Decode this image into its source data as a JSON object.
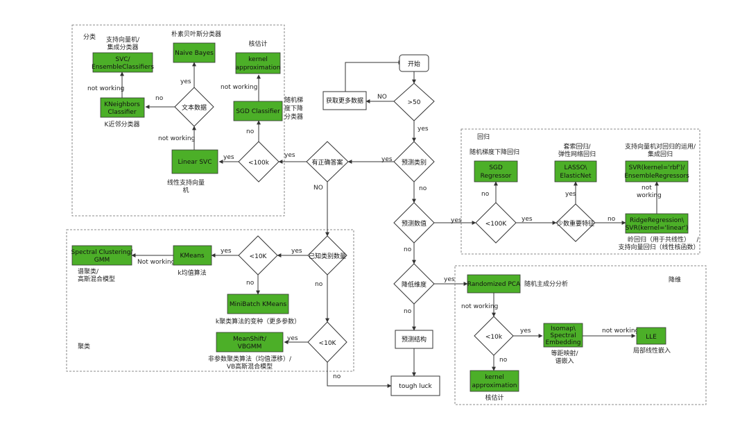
{
  "groups": {
    "classification": "分类",
    "regression": "回归",
    "clustering": "聚类",
    "dim_reduction": "降维"
  },
  "nodes": {
    "start": "开始",
    "gt50": ">50",
    "get_more_data": "获取更多数据",
    "predict_category": "预测类别",
    "has_labels": "有正确答案",
    "lt100k_cls": "<100k",
    "linear_svc": "Linear SVC",
    "text_data": "文本数据",
    "naive_bayes": "Naive Bayes",
    "kneighbors": [
      "KNeighbors",
      "Classifier"
    ],
    "svc_ensemble": [
      "SVC/",
      "EnsembleClassifiers"
    ],
    "sgd_classifier": "SGD Classifier",
    "kernel_approx_cls": [
      "kernel",
      "approximation"
    ],
    "predict_quantity": "预测数值",
    "lt100k_reg": "<100K",
    "sgd_regressor": [
      "SGD",
      "Regressor"
    ],
    "few_features": "少数重要特征",
    "lasso": [
      "LASSO\\",
      "ElasticNet"
    ],
    "ridge": [
      "RidgeRegression\\",
      "SVR(kernel='linear')"
    ],
    "svr_rbf": [
      "SVR(kernel='rbf')/",
      "EnsembleRegressors"
    ],
    "known_clusters": "已知类别数量",
    "lt10k_a": "<10K",
    "kmeans": "KMeans",
    "spectral_gmm": [
      "Spectral Clustering/",
      "GMM"
    ],
    "minibatch": "MiniBatch KMeans",
    "lt10k_b": "<10K",
    "meanshift": [
      "MeanShift/",
      "VBGMM"
    ],
    "reduce_dim": "降低维度",
    "predict_structure": "预测结构",
    "tough_luck": "tough luck",
    "randomized_pca": "Randomized PCA",
    "lt10k_c": "<10k",
    "isomap": [
      "Isomap\\",
      "Spectral",
      "Embedding"
    ],
    "lle": "LLE",
    "kernel_approx_dim": [
      "kernel",
      "approximation"
    ]
  },
  "annotations": {
    "svc_cn": [
      "支持向量机/",
      "集成分类器"
    ],
    "naive_bayes_cn": "朴素贝叶斯分类器",
    "kernel_est_cn": "核估计",
    "kneighbors_cn": "K近邻分类器",
    "sgd_cls_cn": [
      "随机梯",
      "度下降",
      "分类器"
    ],
    "linear_svc_cn": [
      "线性支持向量",
      "机"
    ],
    "sgd_reg_cn": "随机梯度下降回归",
    "lasso_cn": [
      "套索回归/",
      "弹性网络回归"
    ],
    "svr_cn": [
      "支持向量机对回归的运用/",
      "集成回归"
    ],
    "ridge_cn": [
      "岭回归（用于共线性）",
      "支持向量回归（线性核函数）"
    ],
    "spectral_cn": [
      "谱聚类/",
      "高斯混合模型"
    ],
    "kmeans_cn": "k均值算法",
    "minibatch_cn": "k聚类算法的变种（更多参数）",
    "meanshift_cn": [
      "非参数聚类算法（均值漂移）/",
      "VB高斯混合模型"
    ],
    "pca_cn": "随机主成分分析",
    "isomap_cn": [
      "等距映射/",
      "谱嵌入"
    ],
    "lle_cn": "局部线性嵌入",
    "kernel_dim_cn": "核估计"
  },
  "edge_labels": {
    "no_caps": "NO",
    "yes": "yes",
    "no": "no",
    "not_working": "not working",
    "not_working_ml": [
      "not",
      "working"
    ],
    "not_working_cap": "Not working",
    "slash": "/"
  }
}
